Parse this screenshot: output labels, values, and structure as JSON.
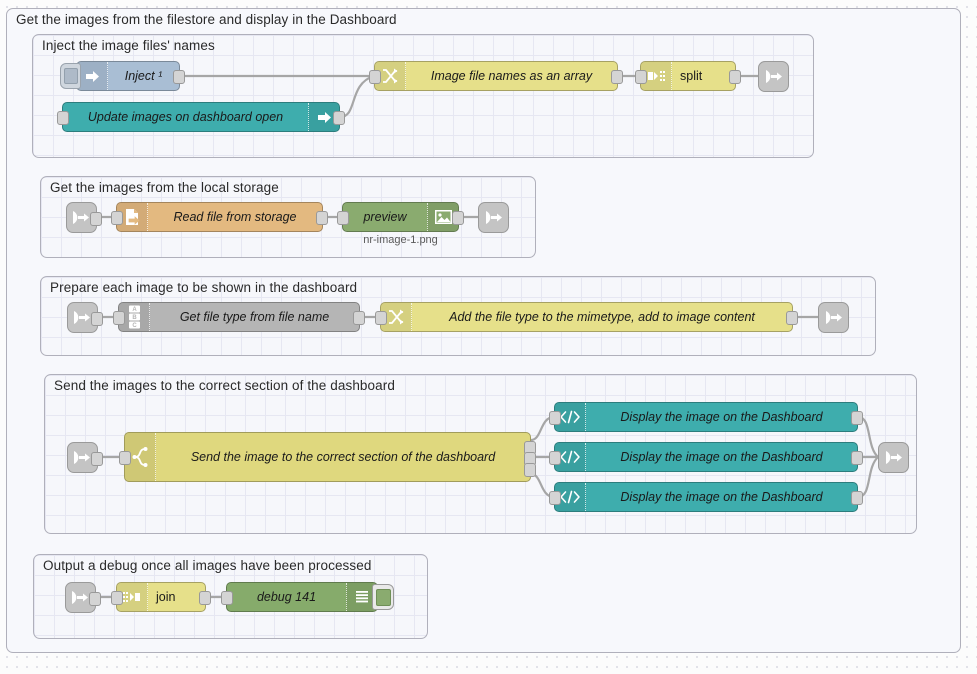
{
  "app": {
    "name": "node-red-flow-editor"
  },
  "groups": [
    {
      "id": "outer",
      "label": "Get the images from the filestore and display in the Dashboard"
    },
    {
      "id": "g1",
      "label": "Inject the image files' names"
    },
    {
      "id": "g2",
      "label": "Get the images from the local storage"
    },
    {
      "id": "g3",
      "label": "Prepare each image to be shown in the dashboard"
    },
    {
      "id": "g4",
      "label": "Send the images to the correct section of the dashboard"
    },
    {
      "id": "g5",
      "label": "Output a debug once all images have been processed"
    }
  ],
  "nodes": {
    "inject": {
      "label": "Inject ¹",
      "icon": "arrow-right-icon",
      "color": "#a9bed4"
    },
    "update_images": {
      "label": "Update images on dashboard open",
      "icon": "arrow-right-icon",
      "color": "#3eadad"
    },
    "image_names": {
      "label": "Image file names as an array",
      "icon": "change-icon",
      "color": "#e6e08a"
    },
    "split": {
      "label": "split",
      "icon": "split-icon",
      "color": "#e6e08a"
    },
    "read_file": {
      "label": "Read file from storage",
      "icon": "file-icon",
      "color": "#e3b980"
    },
    "preview": {
      "label": "preview",
      "icon": "image-icon",
      "color": "#8aab6f",
      "sublabel": "nr-image-1.png"
    },
    "get_file_type": {
      "label": "Get file type from file name",
      "icon": "abc-icon",
      "color": "#b5b5b5"
    },
    "add_mimetype": {
      "label": "Add the file type to the mimetype, add to image content",
      "icon": "change-icon",
      "color": "#e6e08a"
    },
    "switch_section": {
      "label": "Send the image to the correct section of the dashboard",
      "icon": "switch-icon",
      "color": "#e6e08a"
    },
    "display_1": {
      "label": "Display the image on the Dashboard",
      "icon": "template-code-icon",
      "color": "#3eadad"
    },
    "display_2": {
      "label": "Display the image on the Dashboard",
      "icon": "template-code-icon",
      "color": "#3eadad"
    },
    "display_3": {
      "label": "Display the image on the Dashboard",
      "icon": "template-code-icon",
      "color": "#3eadad"
    },
    "join": {
      "label": "join",
      "icon": "join-icon",
      "color": "#e6e08a"
    },
    "debug": {
      "label": "debug 141",
      "icon": "debug-lines-icon",
      "color": "#8aab6f"
    },
    "link_out_1": {
      "icon": "link-out-icon"
    },
    "link_in_2": {
      "icon": "link-in-icon"
    },
    "link_out_2": {
      "icon": "link-out-icon"
    },
    "link_in_3": {
      "icon": "link-in-icon"
    },
    "link_out_3": {
      "icon": "link-out-icon"
    },
    "link_in_4": {
      "icon": "link-in-icon"
    },
    "link_out_4": {
      "icon": "link-out-icon"
    },
    "link_in_5": {
      "icon": "link-in-icon"
    }
  },
  "colors": {
    "canvas_bg": "#fcfcfc",
    "group_bg": "#f6f7fb",
    "group_border": "#b0b0bb",
    "wire": "#a6a6a6",
    "port": "#d4d4d4"
  }
}
